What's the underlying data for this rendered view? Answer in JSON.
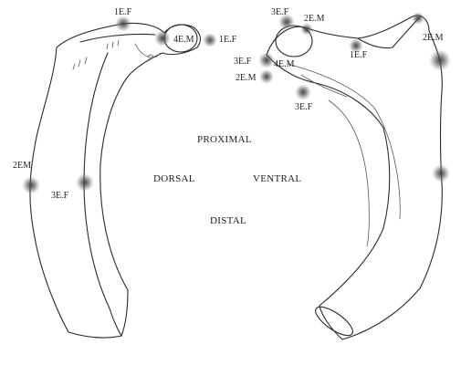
{
  "directions": {
    "proximal": "PROXIMAL",
    "dorsal": "DORSAL",
    "ventral": "VENTRAL",
    "distal": "DISTAL"
  },
  "left_bone": {
    "labels": {
      "top": "1E.F",
      "head": "4E.M",
      "right": "1E.F",
      "mid_left": "2EM",
      "mid_right": "3E.F"
    }
  },
  "right_bone": {
    "labels": {
      "top_left": "3E.F",
      "top_mid": "2E.M",
      "left_upper": "3E.F",
      "left_center": "4E.M",
      "left_lower": "2E.M",
      "bottom": "3E.F",
      "right_top": "2E.M",
      "mid_center": "1E.F"
    }
  },
  "colors": {
    "outline": "#2a2a2a",
    "marker": "#444444",
    "background": "#ffffff"
  }
}
